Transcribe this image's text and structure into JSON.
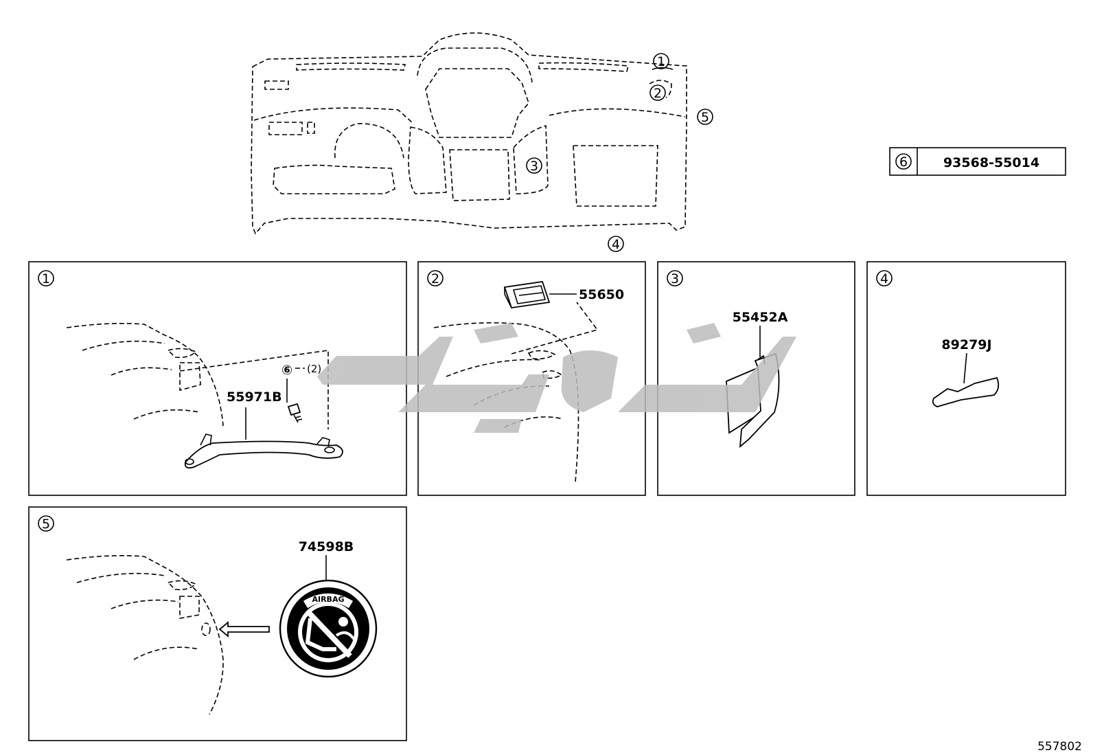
{
  "overview": {
    "callouts": [
      "①",
      "②",
      "③",
      "④",
      "⑤"
    ]
  },
  "bolt_table": {
    "ref": "⑥",
    "part_number": "93568-55014"
  },
  "panels": [
    {
      "ref": "①",
      "parts": [
        "55971B",
        "⑥",
        "(2)"
      ]
    },
    {
      "ref": "②",
      "parts": [
        "55650"
      ]
    },
    {
      "ref": "③",
      "parts": [
        "55452A"
      ]
    },
    {
      "ref": "④",
      "parts": [
        "89279J"
      ]
    },
    {
      "ref": "⑤",
      "parts": [
        "74598B"
      ],
      "label_text": "AIRBAG"
    }
  ],
  "watermark_text": "ﮔﻮﭘﺎﺭ",
  "figure_number": "557802",
  "colors": {
    "line": "#000000",
    "background": "#ffffff",
    "watermark": "#bdbdbd"
  }
}
